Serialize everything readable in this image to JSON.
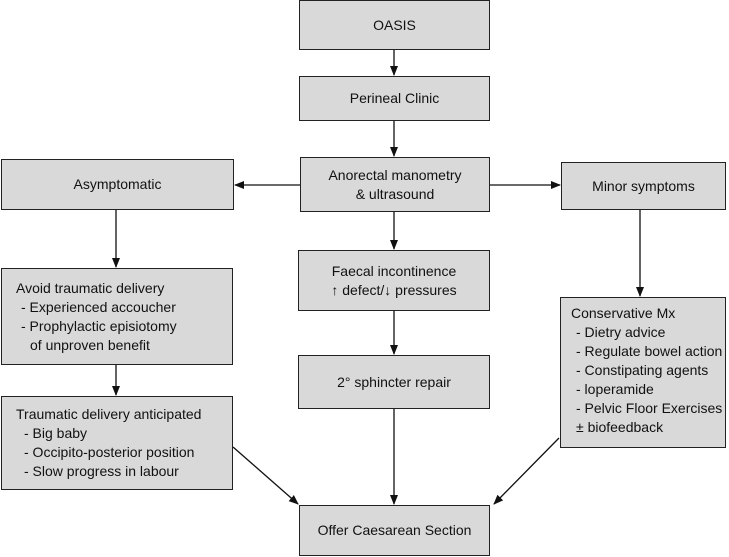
{
  "nodes": {
    "oasis": {
      "label": "OASIS"
    },
    "perineal_clinic": {
      "label": "Perineal Clinic"
    },
    "manometry": {
      "line1": "Anorectal manometry",
      "line2": "& ultrasound"
    },
    "asymptomatic": {
      "label": "Asymptomatic"
    },
    "minor_symptoms": {
      "label": "Minor symptoms"
    },
    "faecal": {
      "line1": "Faecal incontinence",
      "line2": "↑ defect/↓ pressures"
    },
    "sphincter": {
      "label": "2° sphincter repair"
    },
    "avoid": {
      "title": "Avoid traumatic delivery",
      "items": [
        "- Experienced accoucher",
        "- Prophylactic episiotomy",
        "of unproven benefit"
      ]
    },
    "traumatic": {
      "title": "Traumatic delivery anticipated",
      "items": [
        "- Big baby",
        "- Occipito-posterior position",
        "- Slow progress in labour"
      ]
    },
    "conservative": {
      "title": "Conservative Mx",
      "items": [
        "- Dietry advice",
        "- Regulate bowel action",
        "- Constipating agents",
        "- loperamide",
        "- Pelvic Floor Exercises",
        "± biofeedback"
      ]
    },
    "caesarean": {
      "label": "Offer Caesarean Section"
    }
  }
}
